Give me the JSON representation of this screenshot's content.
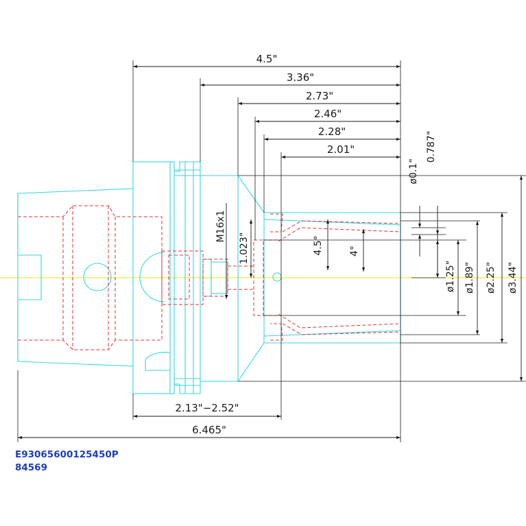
{
  "drawing": {
    "horizontal_dimensions": {
      "overall_4_5": "4.5\"",
      "dim_3_36": "3.36\"",
      "dim_2_73": "2.73\"",
      "dim_2_46": "2.46\"",
      "dim_2_28": "2.28\"",
      "dim_2_01": "2.01\"",
      "clamping_range": "2.13\"−2.52\"",
      "total_length": "6.465\""
    },
    "vertical_labels": {
      "dia_0_1": "ø0.1\"",
      "dim_0_787": "0.787\"",
      "thread": "M16x1",
      "dim_1_023": "1.023\"",
      "angle_4_5": "4.5°",
      "angle_4": "4°",
      "dia_1_25": "ø1.25\"",
      "dia_1_89": "ø1.89\"",
      "dia_2_25": "ø2.25\"",
      "dia_3_44": "ø3.44\""
    },
    "colors": {
      "outline": "#33d6e6",
      "hidden": "#e03030",
      "centerline": "#e8e800",
      "dimension": "#1a1a1a",
      "part_text": "#1a3dbf"
    }
  },
  "part_info": {
    "part_number": "E93065600125450P",
    "item_number": "84569"
  }
}
